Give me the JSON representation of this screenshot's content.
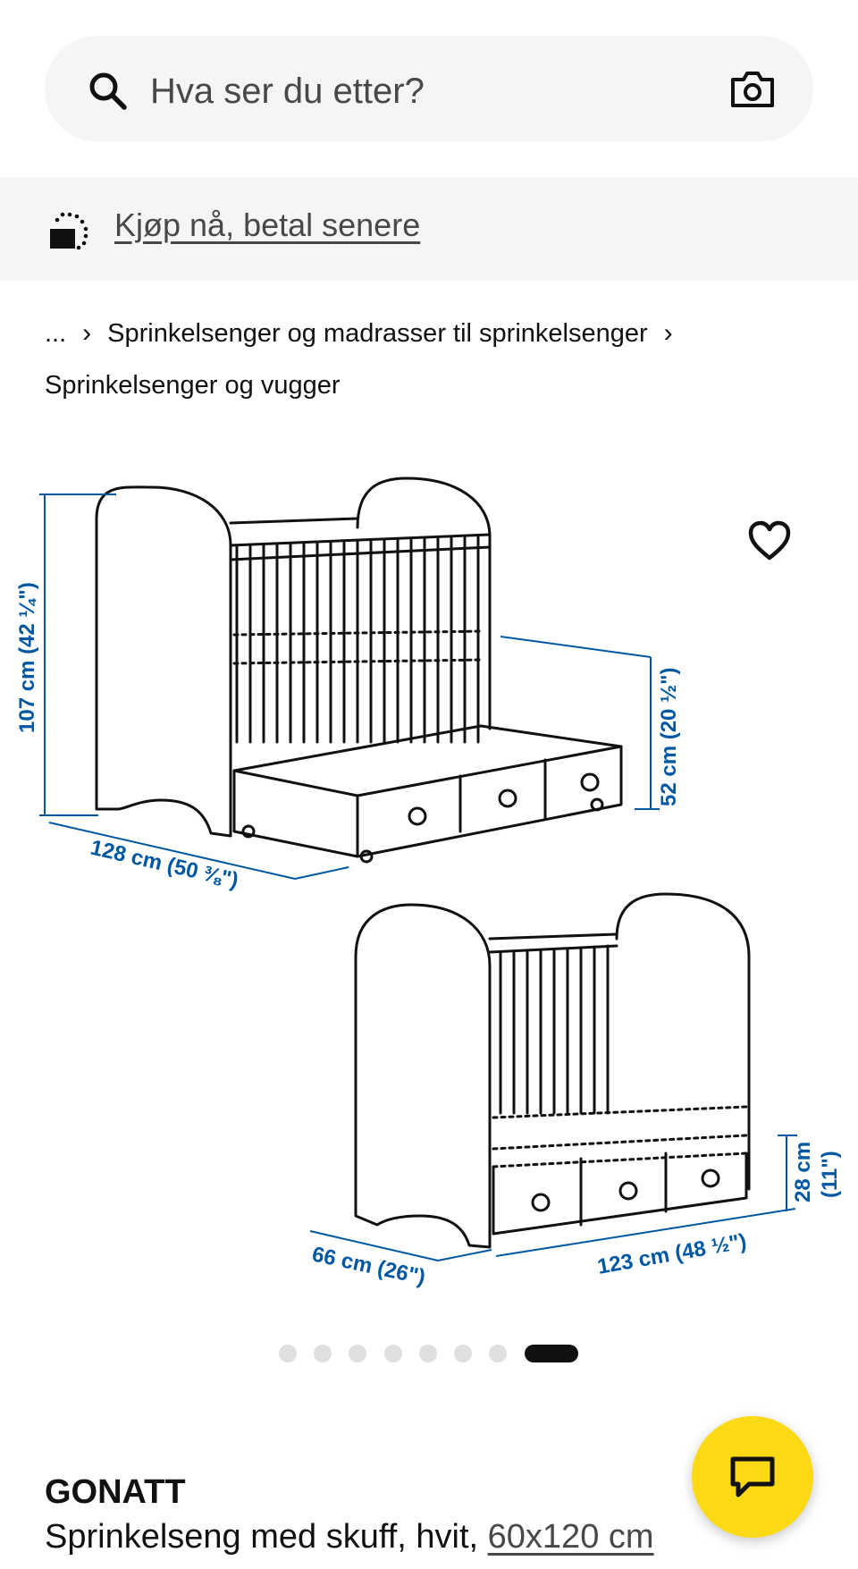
{
  "search": {
    "placeholder": "Hva ser du etter?"
  },
  "promo": {
    "link_label": "Kjøp nå, betal senere"
  },
  "breadcrumb": {
    "ellipsis": "...",
    "items": [
      "Sprinkelsenger og madrasser til sprinkelsenger",
      "Sprinkelsenger og vugger"
    ]
  },
  "gallery": {
    "dimensions": {
      "crib_height": "107 cm (42 ¼\")",
      "crib_length": "128 cm (50 ⅜\")",
      "drawer_height": "52 cm (20 ½\")",
      "sofa_depth": "66 cm (26\")",
      "sofa_length": "123 cm (48 ½\")",
      "sofa_seat_height_cm": "28 cm",
      "sofa_seat_height_in": "(11\")"
    },
    "image_count": 8,
    "active_index": 8
  },
  "product": {
    "name": "GONATT",
    "description": "Sprinkelseng med skuff, hvit,",
    "size": "60x120 cm"
  },
  "colors": {
    "accent": "#fbd914",
    "dimension_blue": "#0058a3",
    "text": "#111111",
    "band": "#f5f5f5"
  }
}
